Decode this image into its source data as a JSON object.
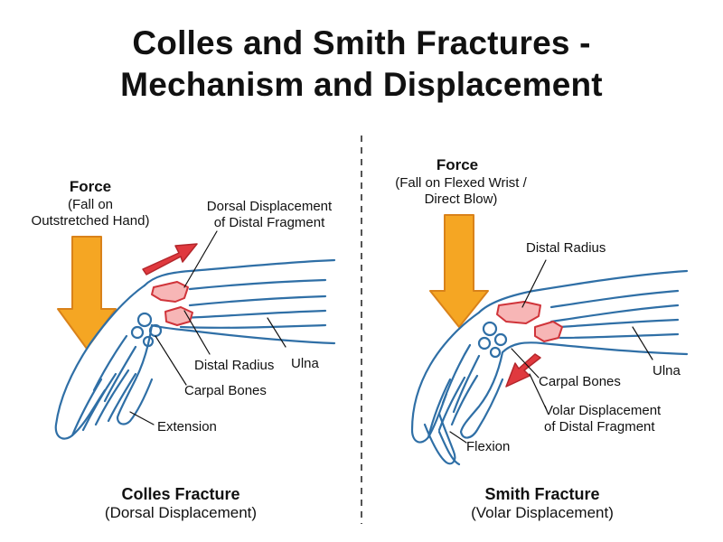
{
  "title": {
    "line1": "Colles and Smith Fractures -",
    "line2": "Mechanism and Displacement"
  },
  "colles": {
    "force_title": "Force",
    "force_sub1": "(Fall on",
    "force_sub2": "Outstretched Hand)",
    "dorsal_line1": "Dorsal Displacement",
    "dorsal_line2": "of Distal Fragment",
    "distal_radius": "Distal Radius",
    "ulna": "Ulna",
    "carpal_bones": "Carpal Bones",
    "extension": "Extension",
    "caption_title": "Colles Fracture",
    "caption_sub": "(Dorsal Displacement)"
  },
  "smith": {
    "force_title": "Force",
    "force_sub1": "(Fall on Flexed Wrist /",
    "force_sub2": "Direct Blow)",
    "distal_radius": "Distal Radius",
    "ulna": "Ulna",
    "carpal_bones": "Carpal Bones",
    "volar_line1": "Volar Displacement",
    "volar_line2": "of Distal Fragment",
    "flexion": "Flexion",
    "caption_title": "Smith Fracture",
    "caption_sub": "(Volar Displacement)"
  },
  "colors": {
    "outline": "#2f6fa6",
    "force_arrow": "#f5a623",
    "force_arrow_stroke": "#d9821a",
    "fracture_fill": "#f7b6b6",
    "fracture_stroke": "#d0343a",
    "displacement_arrow": "#e0393e"
  }
}
